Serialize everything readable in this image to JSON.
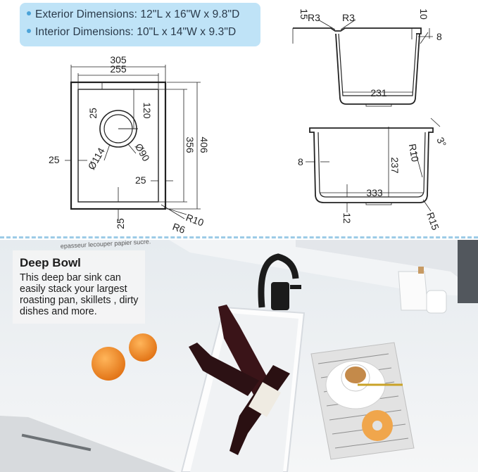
{
  "specs": {
    "exterior": "Exterior Dimensions: 12\"L x 16\"W x 9.8\"D",
    "interior": "Interior Dimensions: 10\"L x 14\"W x 9.3\"D"
  },
  "top_view": {
    "w305": "305",
    "w255": "255",
    "t25": "25",
    "t120": "120",
    "h356": "356",
    "h406": "406",
    "l25": "25",
    "d114": "Ø114",
    "d90": "Ø90",
    "r25": "25",
    "b25": "25",
    "r10": "R10",
    "r6": "R6"
  },
  "side_view": {
    "s15": "15",
    "r3a": "R3",
    "r3b": "R3",
    "s10": "10",
    "s8": "8",
    "w231": "231"
  },
  "front_view": {
    "ang": "3°",
    "r10": "R10",
    "s8": "8",
    "h237": "237",
    "w333": "333",
    "s12": "12",
    "r15": "R15"
  },
  "callout": {
    "title": "Deep Bowl",
    "body": "This deep bar sink can easily stack your largest roasting pan, skillets , dirty dishes and more."
  },
  "photo_text": {
    "tag_line": "epasseur lecouper papier sucré."
  }
}
